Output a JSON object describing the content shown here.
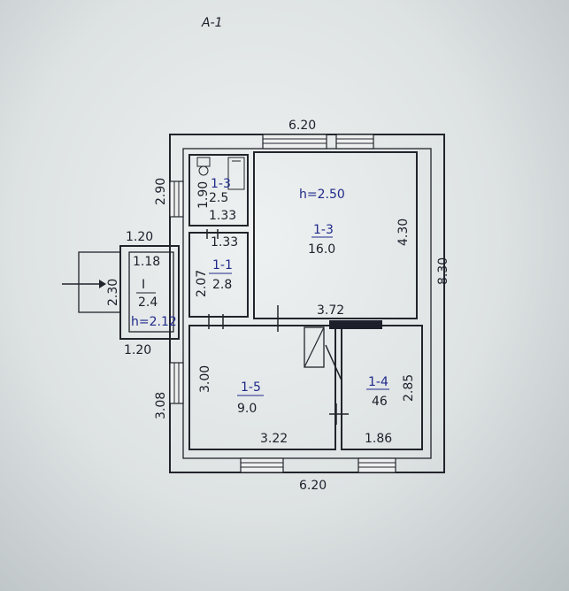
{
  "sheet_label": "A-1",
  "dimensions": {
    "top_width": "6.20",
    "bottom_width": "6.20",
    "right_height": "8.30",
    "left_upper": "2.90",
    "left_lower": "3.08",
    "porch_width_top": "1.20",
    "porch_width_bottom": "1.20",
    "porch_height": "2.30",
    "porch_inner_width": "1.18",
    "room_1_1_width": "1.33",
    "room_1_1_height": "2.07",
    "room_1_2_height": "1.90",
    "room_1_3_height": "4.30",
    "room_1_3_width": "3.72",
    "room_1_4_height": "2.85",
    "room_1_4_width": "1.86",
    "room_1_5_height": "3.00",
    "room_1_5_width": "3.22"
  },
  "rooms": {
    "porch": {
      "id": "I",
      "area": "2.4",
      "height": "h=2.12"
    },
    "room_1_1": {
      "id": "1-1",
      "area": "2.8"
    },
    "room_1_2": {
      "id": "1-3",
      "area": "2.5",
      "width": "1.33"
    },
    "room_1_3": {
      "id": "1-3",
      "area": "16.0",
      "height": "h=2.50"
    },
    "room_1_4": {
      "id": "1-4",
      "area": "46"
    },
    "room_1_5": {
      "id": "1-5",
      "area": "9.0"
    }
  },
  "colors": {
    "ink": "#1d1f2a",
    "blue_ink": "#1f2a8a",
    "paper": "#e6eaeb"
  }
}
